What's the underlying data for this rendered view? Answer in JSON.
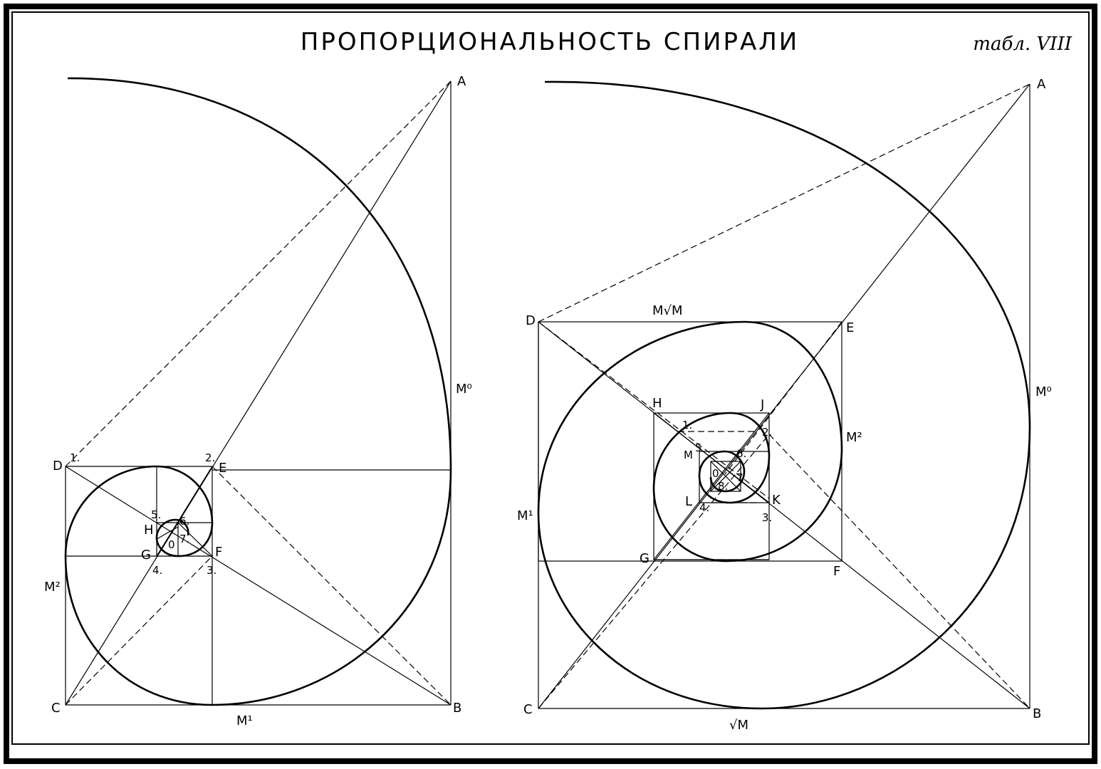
{
  "title": "ПРОПОРЦИОНАЛЬНОСТЬ СПИРАЛИ",
  "table_ref": "табл. VIII",
  "left_figure": {
    "point_labels": {
      "A": "A",
      "B": "B",
      "C": "C",
      "D": "D",
      "E": "E",
      "F": "F",
      "G": "G",
      "H": "H",
      "O": "0",
      "n1": "1.",
      "n2": "2.",
      "n3": "3.",
      "n4": "4.",
      "n5": "5.",
      "n6": "6.",
      "n7": "7.",
      "M0": "M⁰",
      "M1": "M¹",
      "M2": "M²"
    }
  },
  "right_figure": {
    "point_labels": {
      "A": "A",
      "B": "B",
      "C": "C",
      "D": "D",
      "E": "E",
      "F": "F",
      "G": "G",
      "H": "H",
      "J": "J",
      "K": "K",
      "L": "L",
      "O": "0",
      "n1": "1.",
      "n2": "2.",
      "n3": "3.",
      "n4": "4.",
      "n5": "5",
      "n6": "6.",
      "n7": "7",
      "n8": "8.",
      "M0": "M⁰",
      "M1": "M¹",
      "M2": "M²",
      "M5": "M",
      "MsqrtM": "M√M",
      "sqrtM": "√M"
    }
  }
}
